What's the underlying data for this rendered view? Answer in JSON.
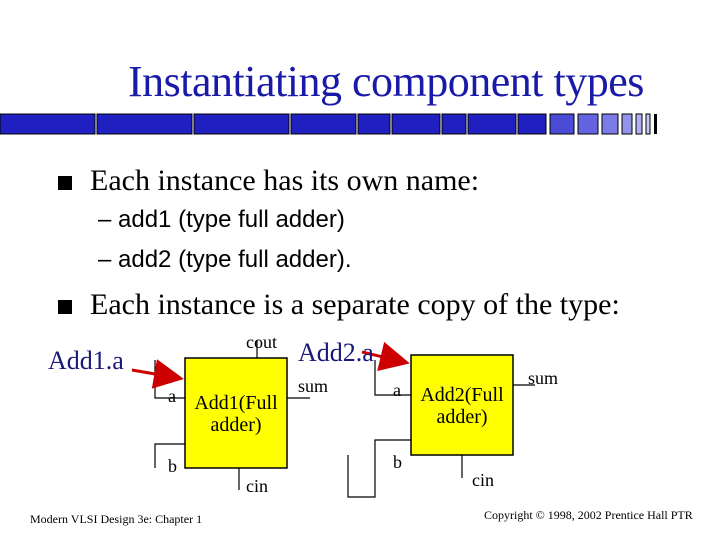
{
  "slide": {
    "title": "Instantiating component types",
    "bullet1": "Each instance has its own name:",
    "sub1": "– add1 (type full adder)",
    "sub2": "– add2 (type full adder).",
    "bullet2": "Each instance is a separate copy of the type:"
  },
  "diagram": {
    "label_add1a": "Add1.a",
    "label_add2a": "Add2.a",
    "block1": {
      "line1": "Add1(Full",
      "line2": "adder)",
      "pin_a": "a",
      "pin_b": "b",
      "pin_cin": "cin",
      "pin_sum": "sum",
      "pin_cout": "cout"
    },
    "block2": {
      "line1": "Add2(Full",
      "line2": "adder)",
      "pin_a": "a",
      "pin_b": "b",
      "pin_cin": "cin",
      "pin_sum": "sum"
    },
    "colors": {
      "block_fill": "#ffff00",
      "arrow": "#cc0000",
      "title": "#1a1aa8",
      "bar": "#2020c0"
    }
  },
  "footer": {
    "left": "Modern VLSI Design 3e: Chapter 1",
    "right": "Copyright © 1998, 2002 Prentice Hall PTR"
  }
}
